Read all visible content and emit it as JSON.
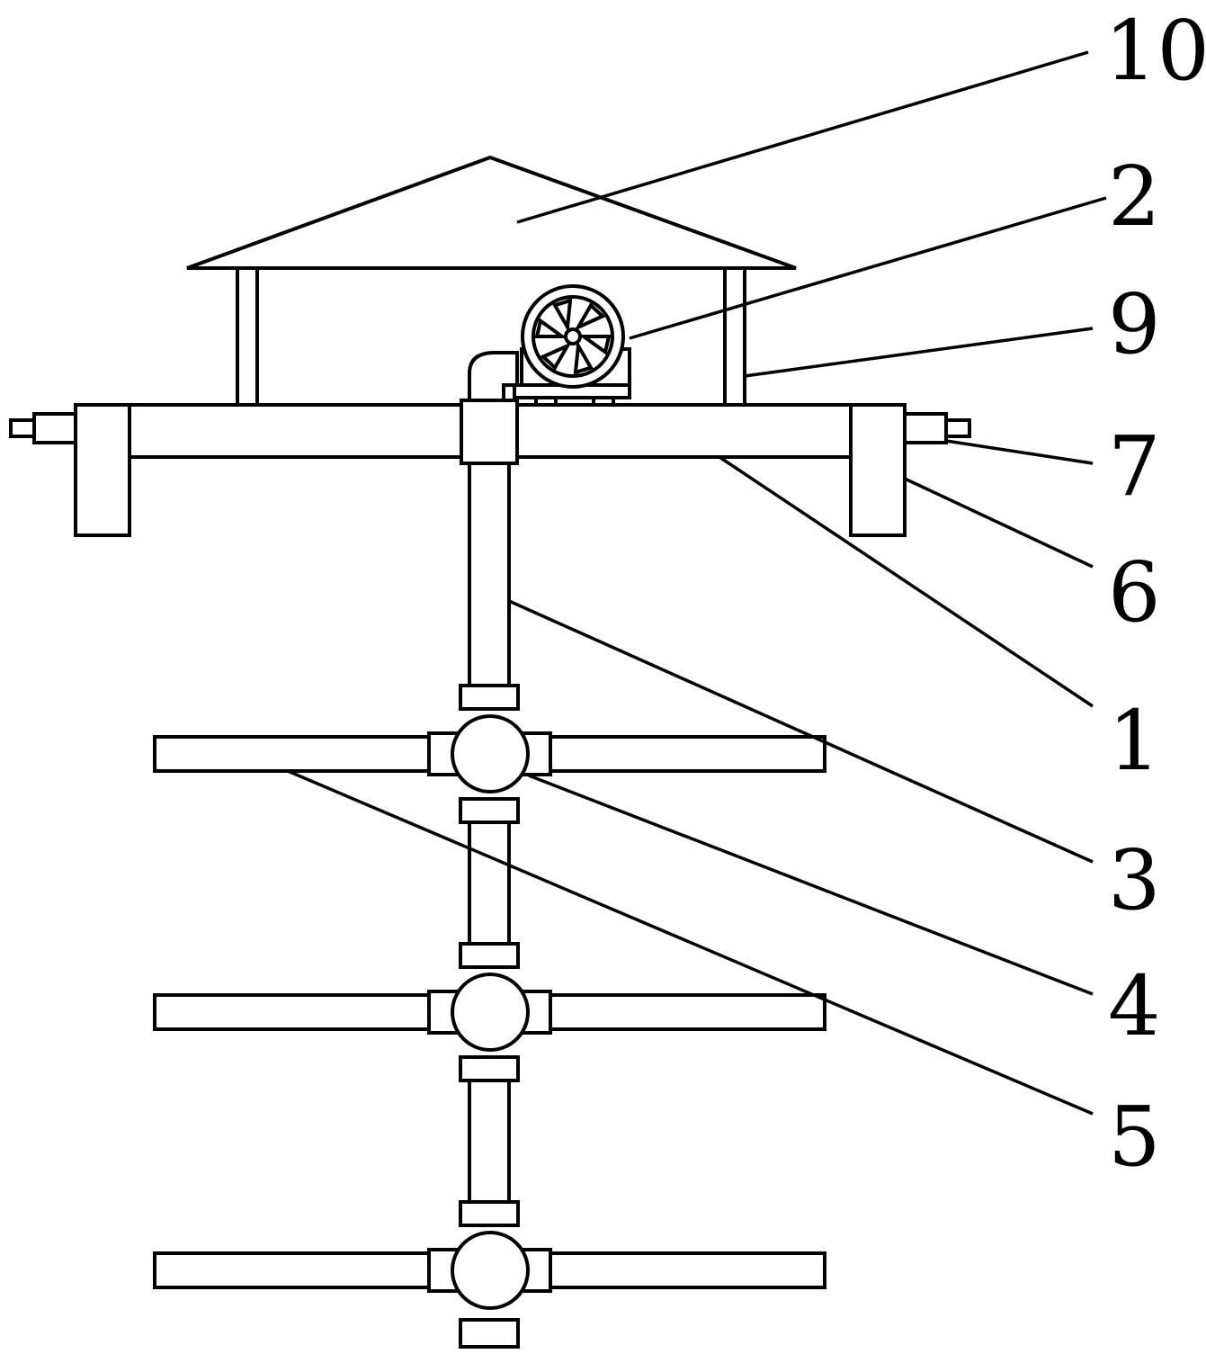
{
  "labels": {
    "l10": "10",
    "l2": "2",
    "l9": "9",
    "l7": "7",
    "l6": "6",
    "l1": "1",
    "l3": "3",
    "l4": "4",
    "l5": "5"
  },
  "colors": {
    "stroke": "#000000",
    "background": "#ffffff"
  }
}
